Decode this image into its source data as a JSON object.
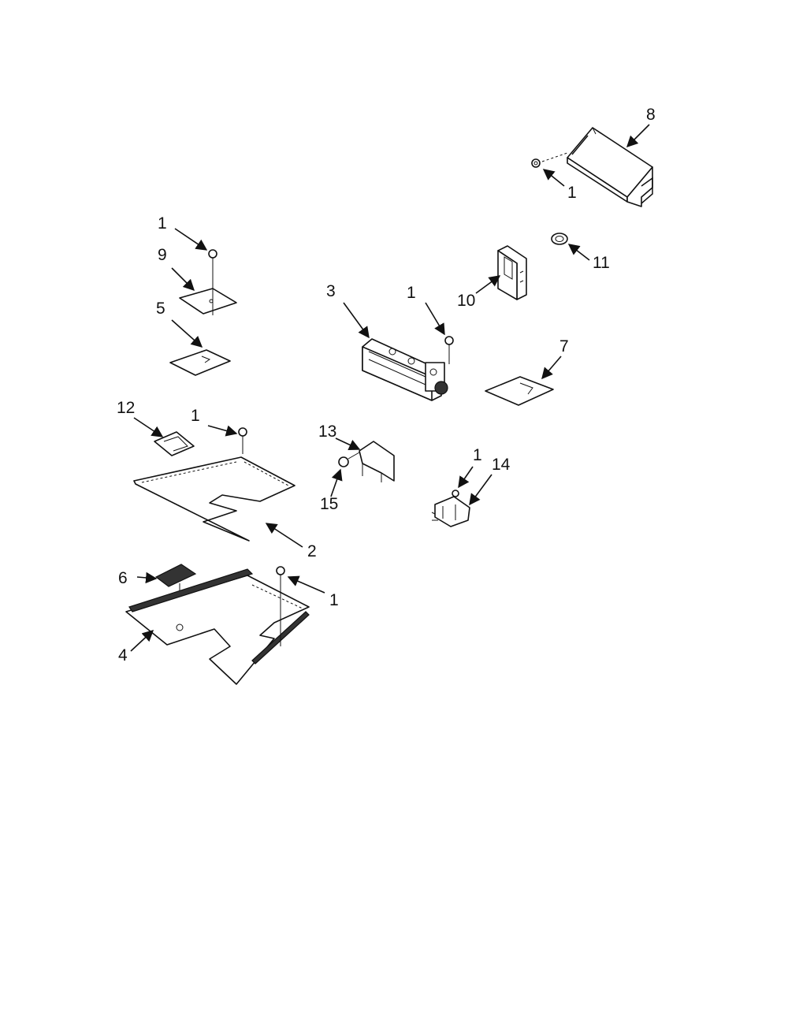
{
  "callouts": {
    "c1_top_right": "1",
    "c1_left_screw": "1",
    "c1_center_screw": "1",
    "c1_plate_screw": "1",
    "c1_small_part": "1",
    "c1_bottom_screw": "1",
    "c2": "2",
    "c3": "3",
    "c4": "4",
    "c5": "5",
    "c6": "6",
    "c7": "7",
    "c8": "8",
    "c9": "9",
    "c10": "10",
    "c11": "11",
    "c12": "12",
    "c13": "13",
    "c14": "14",
    "c15": "15"
  }
}
